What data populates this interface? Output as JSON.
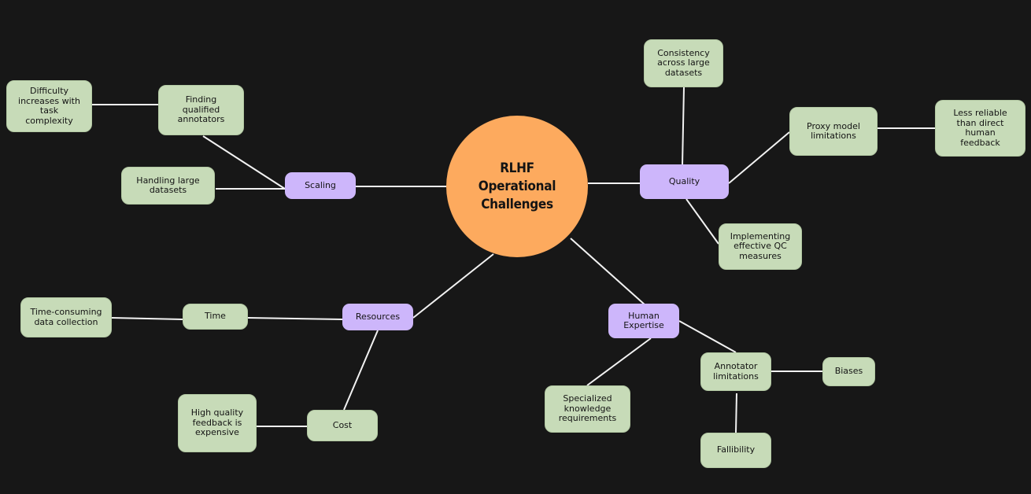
{
  "diagram": {
    "center": {
      "label": "RLHF\nOperational\nChallenges"
    },
    "branches": {
      "scaling": "Scaling",
      "quality": "Quality",
      "resources": "Resources",
      "human_expertise": "Human\nExpertise"
    },
    "subnodes": {
      "finding_annotators": "Finding\nqualified\nannotators",
      "difficulty_complexity": "Difficulty\nincreases with\ntask\ncomplexity",
      "handling_datasets": "Handling large\ndatasets",
      "consistency": "Consistency\nacross large\ndatasets",
      "proxy_model": "Proxy model\nlimitations",
      "less_reliable": "Less reliable\nthan direct\nhuman\nfeedback",
      "implementing_qc": "Implementing\neffective QC\nmeasures",
      "time": "Time",
      "time_consuming": "Time-consuming\ndata collection",
      "cost": "Cost",
      "high_quality_expensive": "High quality\nfeedback is\nexpensive",
      "specialized_knowledge": "Specialized\nknowledge\nrequirements",
      "annotator_limitations": "Annotator\nlimitations",
      "biases": "Biases",
      "fallibility": "Fallibility"
    },
    "colors": {
      "background": "#171717",
      "center": "#fdaa5e",
      "branch": "#cdb6fb",
      "leaf": "#c7dbb8",
      "connector": "#f2f2f2"
    }
  }
}
